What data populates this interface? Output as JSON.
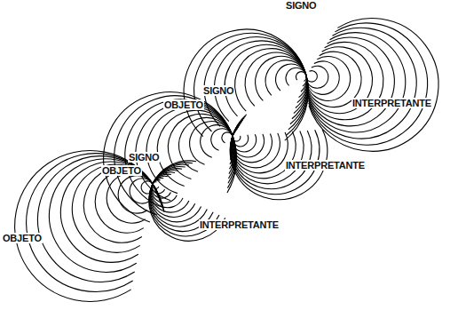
{
  "diagram": {
    "labels": [
      "SIGNO",
      "SIGNO",
      "INTERPRETANTE",
      "OBJETO",
      "SIGNO",
      "INTERPRETANTE",
      "OBJETO",
      "INTERPRETANTE",
      "OBJETO"
    ]
  }
}
